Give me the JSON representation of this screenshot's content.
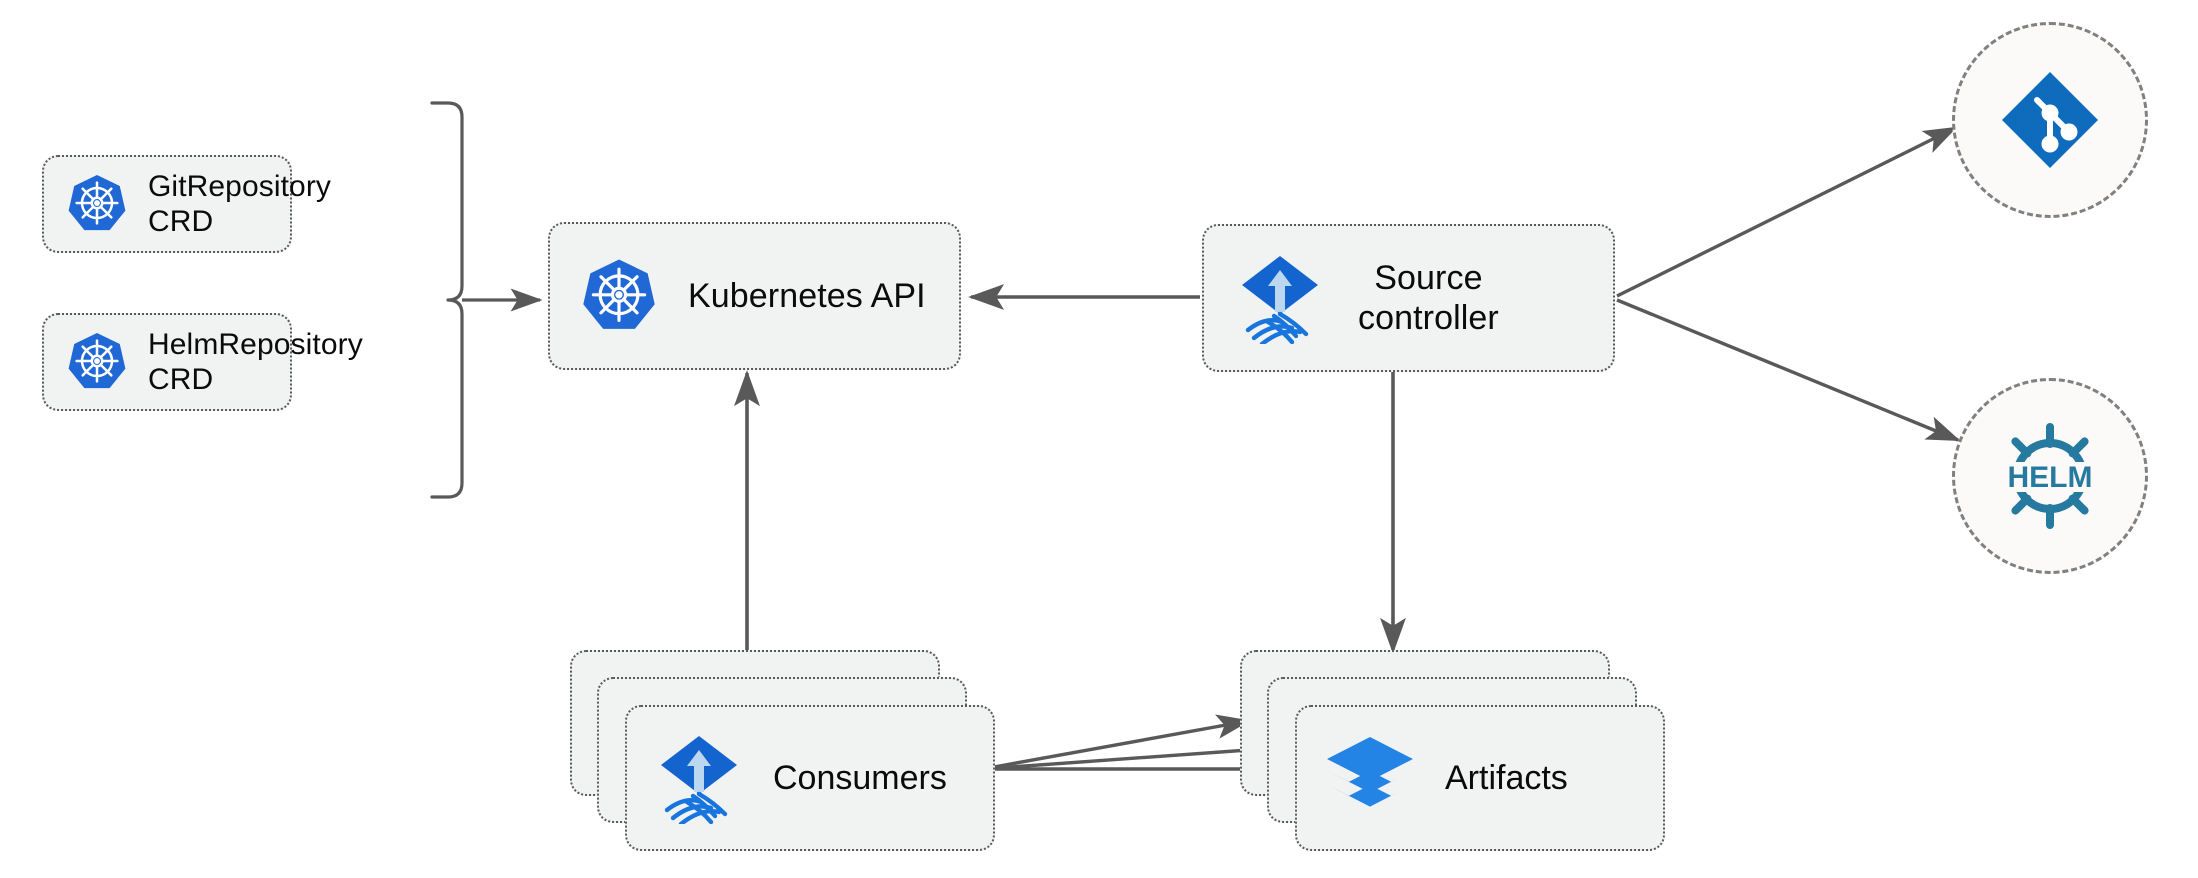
{
  "diagram": {
    "title": "Flux source-controller architecture",
    "background": "#ffffff",
    "colors": {
      "node_fill": "#f1f2f2",
      "node_border": "#595959",
      "circle_fill": "#fbfaf8",
      "circle_border": "#808080",
      "connector": "#595959",
      "kubernetes_blue": "#1f68d6",
      "flux_blue": "#1364cf",
      "flux_arrow": "#bcd7f0",
      "git_blue": "#0f6cbd",
      "helm_teal": "#277a9f",
      "layers_blue": "#2484e6",
      "text": "#0b0b0b"
    }
  },
  "nodes": {
    "crd_git": {
      "label": "GitRepository\nCRD",
      "icon": "kubernetes-icon"
    },
    "crd_helm": {
      "label": "HelmRepository\nCRD",
      "icon": "kubernetes-icon"
    },
    "kubernetes_api": {
      "label": "Kubernetes API",
      "icon": "kubernetes-icon"
    },
    "source_controller": {
      "label": "Source\ncontroller",
      "icon": "flux-icon"
    },
    "consumers": {
      "label": "Consumers",
      "icon": "flux-icon",
      "stack_count": 3
    },
    "artifacts": {
      "label": "Artifacts",
      "icon": "layers-icon",
      "stack_count": 3
    },
    "git_provider": {
      "label": "",
      "icon": "git-icon"
    },
    "helm_provider": {
      "label": "HELM",
      "icon": "helm-icon"
    }
  },
  "connectors": [
    {
      "name": "crds-to-kubernetes-api",
      "from": "crd-brace",
      "to": "kubernetes_api",
      "style": "brace-then-arrow",
      "arrow": "end"
    },
    {
      "name": "source-controller-to-kubernetes-api",
      "from": "source_controller",
      "to": "kubernetes_api",
      "style": "straight",
      "arrow": "end"
    },
    {
      "name": "source-controller-to-git",
      "from": "source_controller",
      "to": "git_provider",
      "style": "straight",
      "arrow": "end"
    },
    {
      "name": "source-controller-to-helm",
      "from": "source_controller",
      "to": "helm_provider",
      "style": "straight",
      "arrow": "end"
    },
    {
      "name": "source-controller-to-artifacts",
      "from": "source_controller",
      "to": "artifacts",
      "style": "straight",
      "arrow": "end"
    },
    {
      "name": "consumers-to-kubernetes-api",
      "from": "consumers",
      "to": "kubernetes_api",
      "style": "straight",
      "arrow": "end"
    },
    {
      "name": "consumers-to-artifacts-1",
      "from": "consumers",
      "to": "artifacts",
      "style": "straight",
      "arrow": "end"
    },
    {
      "name": "consumers-to-artifacts-2",
      "from": "consumers",
      "to": "artifacts",
      "style": "straight",
      "arrow": "end"
    },
    {
      "name": "consumers-to-artifacts-3",
      "from": "consumers",
      "to": "artifacts",
      "style": "straight",
      "arrow": "end"
    }
  ]
}
